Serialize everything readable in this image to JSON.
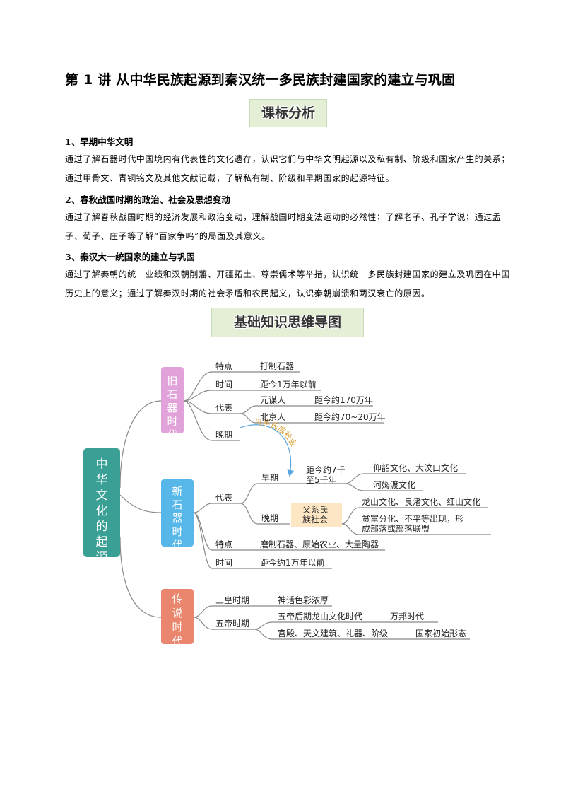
{
  "title": "第 1 讲  从中华民族起源到秦汉统一多民族封建国家的建立与巩固",
  "banner_standards": "课标分析",
  "sections": [
    {
      "heading": "1、早期中华文明",
      "text": "通过了解石器时代中国境内有代表性的文化遗存，认识它们与中华文明起源以及私有制、阶级和国家产生的关系；通过甲骨文、青铜铭文及其他文献记载，了解私有制、阶级和早期国家的起源特征。"
    },
    {
      "heading": "2、春秋战国时期的政治、社会及思想变动",
      "text": "通过了解春秋战国时期的经济发展和政治变动，理解战国时期变法运动的必然性；了解老子、孔子学说；通过孟子、荀子、庄子等了解“百家争鸣”的局面及其意义。"
    },
    {
      "heading": "3、秦汉大一统国家的建立与巩固",
      "text": "通过了解秦朝的统一业绩和汉朝削藩、开疆拓土、尊崇儒术等举措，认识统一多民族封建国家的建立及巩固在中国历史上的意义；通过了解秦汉时期的社会矛盾和农民起义，认识秦朝崩溃和两汉衰亡的原因。"
    }
  ],
  "banner_mindmap": "基础知识思维导图",
  "mindmap": {
    "root": "中华文化的起源",
    "paleolithic": {
      "label": "旧石器时代",
      "feature_k": "特点",
      "feature_v": "打制石器",
      "time_k": "时间",
      "time_v": "距今1万年以前",
      "rep_k": "代表",
      "rep1_name": "元谋人",
      "rep1_time": "距今约170万年",
      "rep2_name": "北京人",
      "rep2_time": "距今约70~20万年",
      "late_k": "晚期",
      "arc_label": "母系氏族社会"
    },
    "neolithic": {
      "label": "新石器时代",
      "rep_k": "代表",
      "early_k": "早期",
      "early_time": "距今约7千至5千年",
      "early_c1": "仰韶文化、大汶口文化",
      "early_c2": "河姆渡文化",
      "late_k": "晚期",
      "late_box": "父系氏族社会",
      "late_c1": "龙山文化、良渚文化、红山文化",
      "late_c2": "贫富分化、不平等出现，形成部落或部落联盟",
      "feature_k": "特点",
      "feature_v": "磨制石器、原始农业、大量陶器",
      "time_k": "时间",
      "time_v": "距今约1万年以前"
    },
    "legend": {
      "label": "传说时代",
      "sh_k": "三皇时期",
      "sh_v": "神话色彩浓厚",
      "wd_k": "五帝时期",
      "wd_v1": "五帝后期龙山文化时代",
      "wd_v1b": "万邦时代",
      "wd_v2": "宫殿、天文建筑、礼器、阶级",
      "wd_v2b": "国家初始形态"
    },
    "colors": {
      "root": "#3a9f95",
      "paleo": "#e0a2d9",
      "neo": "#56b7e8",
      "legend": "#e9866d",
      "line": "#888888",
      "arc": "#5aa7e0",
      "arc_text": "#d7a030",
      "box": "#fde6c4"
    }
  }
}
